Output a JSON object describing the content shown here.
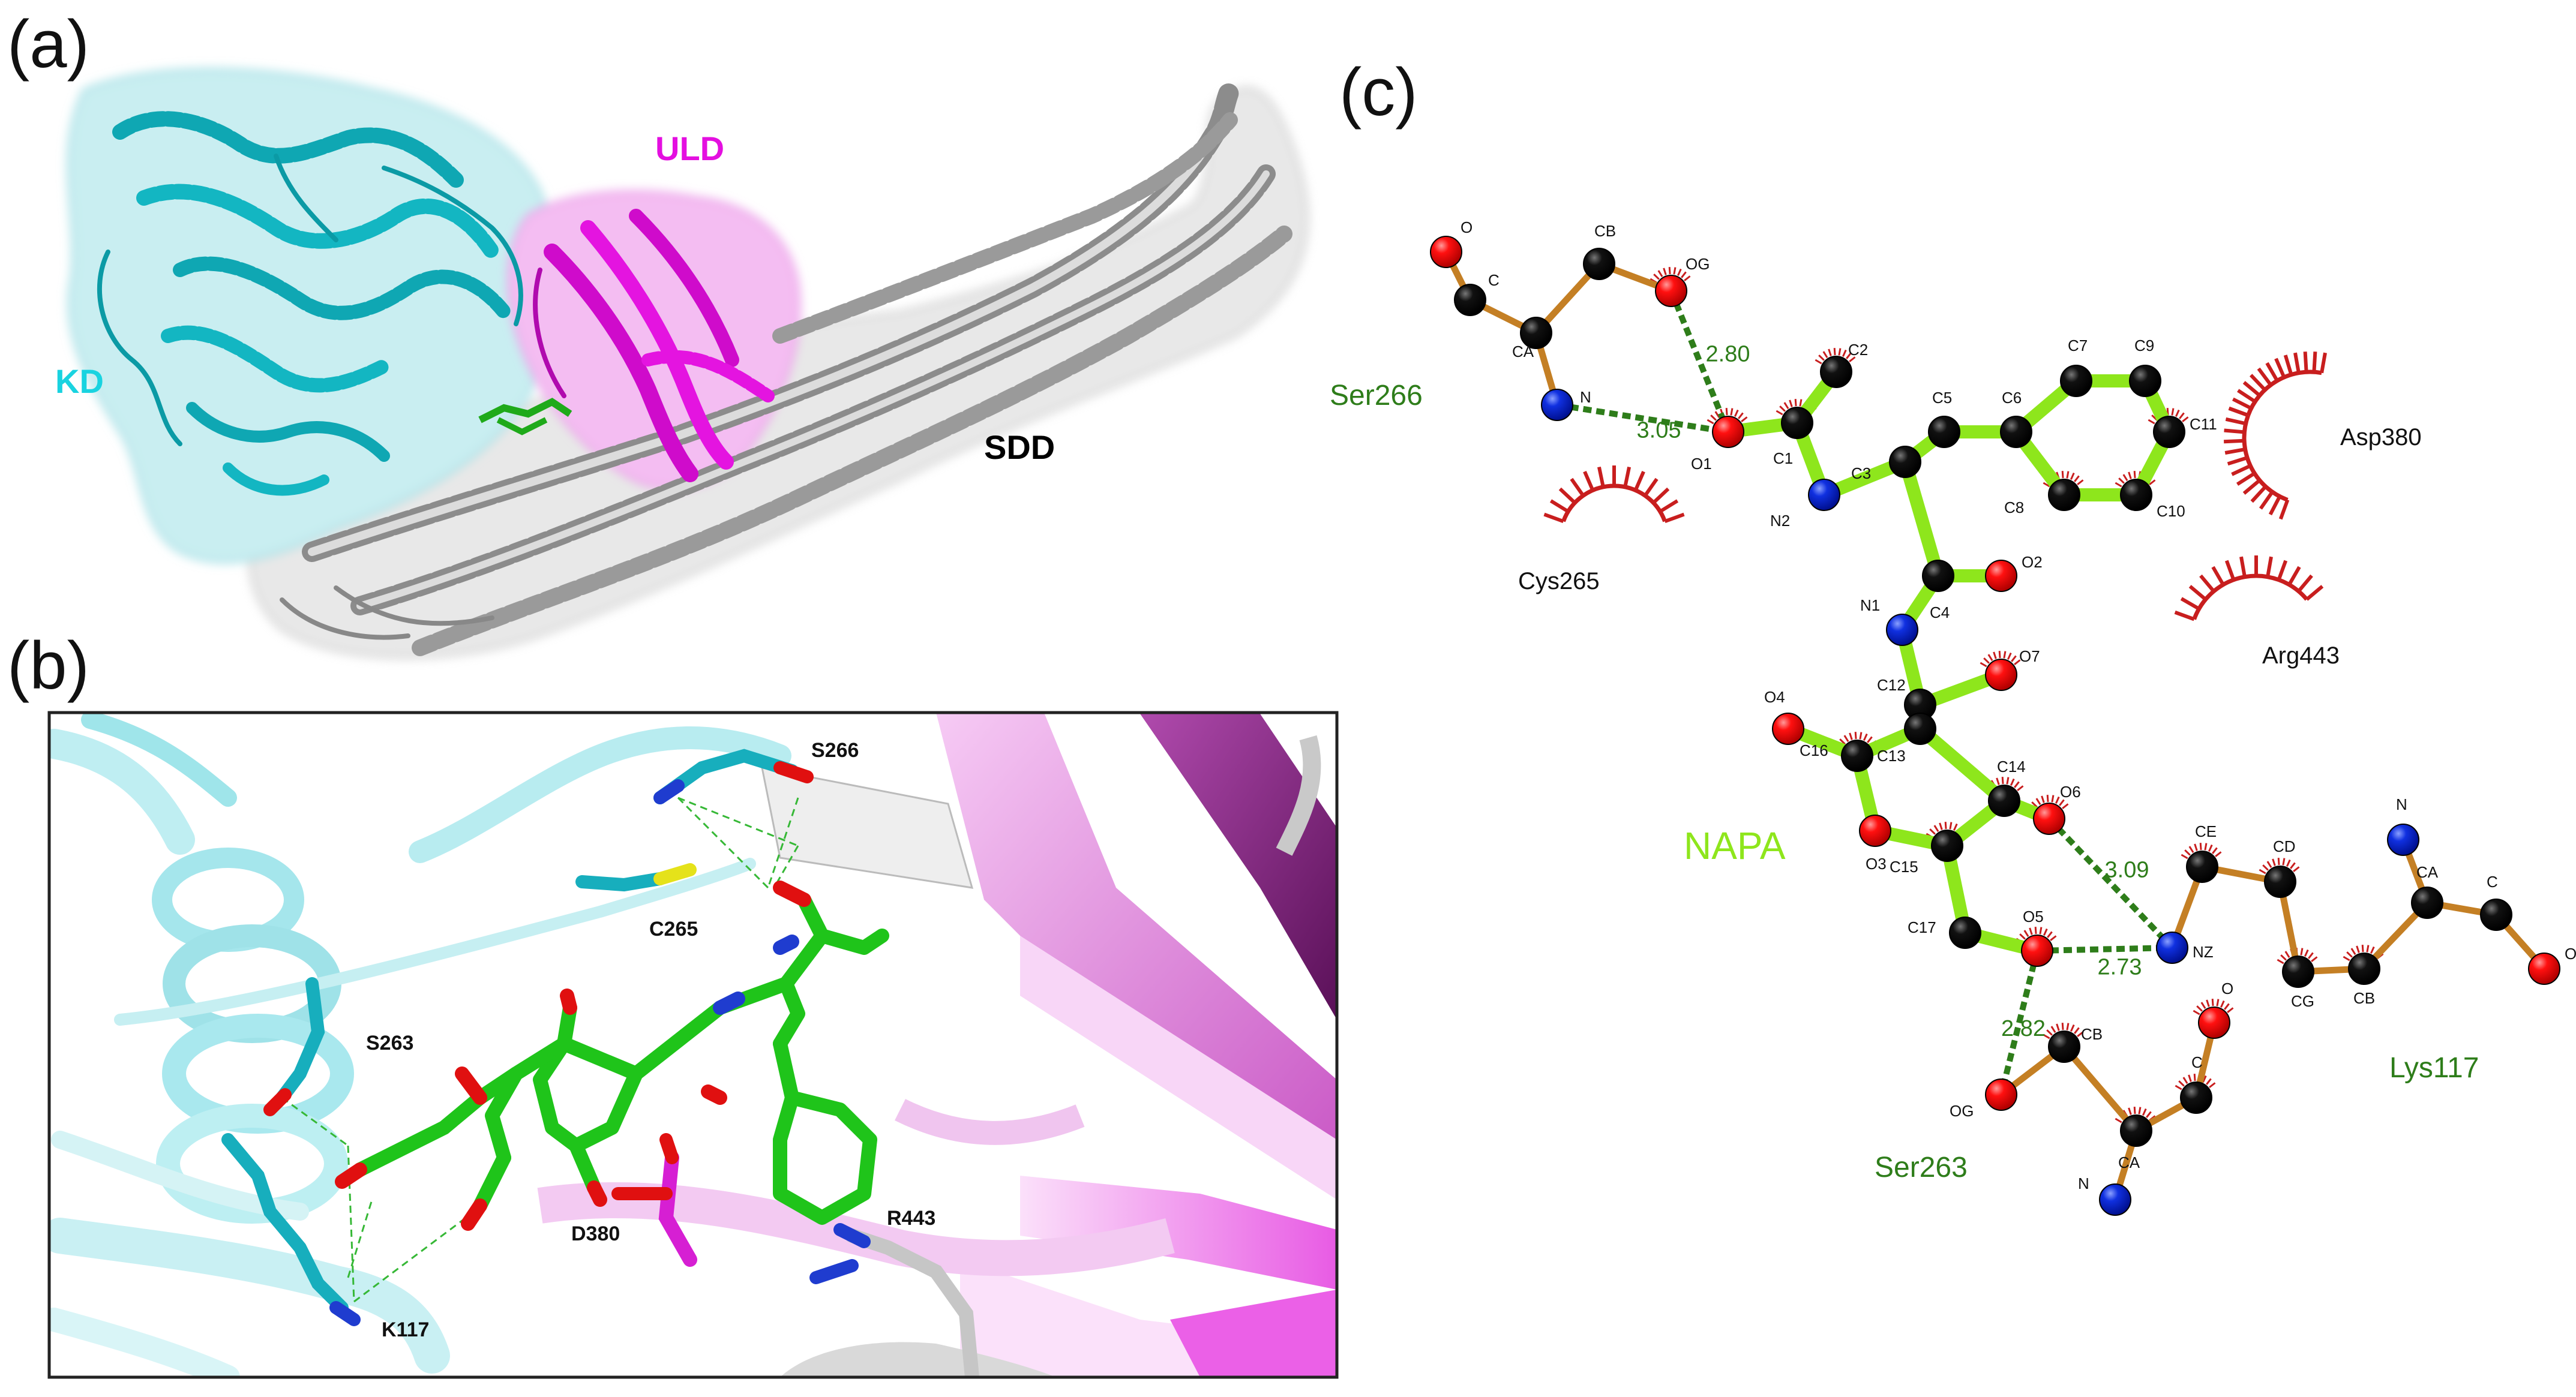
{
  "panels": {
    "a": {
      "letter": "(a)",
      "labels": {
        "kd": "KD",
        "uld": "ULD",
        "sdd": "SDD"
      }
    },
    "b": {
      "letter": "(b)",
      "residues": [
        "S266",
        "C265",
        "S263",
        "D380",
        "R443",
        "K117"
      ]
    },
    "c": {
      "letter": "(c)"
    }
  },
  "colors": {
    "kd": "#19c3cf",
    "uld": "#e40fe0",
    "sdd": "#a9a9a9",
    "ligand": "#22c81e",
    "carbon": "#000000",
    "oxygen": "#ff0000",
    "nitrogen": "#0a2bd6",
    "hbond": "#2e7d1a",
    "residue_bond": "#c47f24",
    "hydrophobic": "#c81e1e",
    "napa": "#8ee61c",
    "hbond_residue": "#2e7d1a"
  },
  "diagram_c": {
    "ligand_name": "NAPA",
    "atoms": [
      {
        "id": "O",
        "el": "O"
      },
      {
        "id": "C",
        "el": "C"
      },
      {
        "id": "CA",
        "el": "C"
      },
      {
        "id": "N",
        "el": "N"
      },
      {
        "id": "CB",
        "el": "C"
      },
      {
        "id": "OG",
        "el": "O"
      },
      {
        "id": "C2",
        "el": "C"
      },
      {
        "id": "O1",
        "el": "O"
      },
      {
        "id": "C1",
        "el": "C"
      },
      {
        "id": "N2",
        "el": "N"
      },
      {
        "id": "C3",
        "el": "C"
      },
      {
        "id": "C5",
        "el": "C"
      },
      {
        "id": "C6",
        "el": "C"
      },
      {
        "id": "C7",
        "el": "C"
      },
      {
        "id": "C9",
        "el": "C"
      },
      {
        "id": "C11",
        "el": "C"
      },
      {
        "id": "C10",
        "el": "C"
      },
      {
        "id": "C8",
        "el": "C"
      },
      {
        "id": "C4",
        "el": "C"
      },
      {
        "id": "O2",
        "el": "O"
      },
      {
        "id": "N1",
        "el": "N"
      },
      {
        "id": "C12",
        "el": "C"
      },
      {
        "id": "O7",
        "el": "O"
      },
      {
        "id": "C13",
        "el": "C"
      },
      {
        "id": "O4",
        "el": "O"
      },
      {
        "id": "C16",
        "el": "C"
      },
      {
        "id": "C14",
        "el": "C"
      },
      {
        "id": "O6",
        "el": "O"
      },
      {
        "id": "O3",
        "el": "O"
      },
      {
        "id": "C15",
        "el": "C"
      },
      {
        "id": "C17",
        "el": "C"
      },
      {
        "id": "O5",
        "el": "O"
      },
      {
        "id": "CE",
        "el": "C"
      },
      {
        "id": "CD",
        "el": "C"
      },
      {
        "id": "N",
        "el": "N"
      },
      {
        "id": "NZ",
        "el": "N"
      },
      {
        "id": "CG",
        "el": "C"
      },
      {
        "id": "CB",
        "el": "C"
      },
      {
        "id": "CA",
        "el": "C"
      },
      {
        "id": "C",
        "el": "C"
      },
      {
        "id": "O",
        "el": "O"
      },
      {
        "id": "CB",
        "el": "C"
      },
      {
        "id": "O",
        "el": "O"
      },
      {
        "id": "OG",
        "el": "O"
      },
      {
        "id": "C",
        "el": "C"
      },
      {
        "id": "CA",
        "el": "C"
      },
      {
        "id": "N",
        "el": "N"
      }
    ],
    "hbonds": [
      {
        "distance": "2.80"
      },
      {
        "distance": "3.05"
      },
      {
        "distance": "3.09"
      },
      {
        "distance": "2.73"
      },
      {
        "distance": "2.82"
      }
    ],
    "hbond_residues": [
      "Ser266",
      "Lys117",
      "Ser263"
    ],
    "hydrophobic_residues": [
      "Cys265",
      "Asp380",
      "Arg443"
    ]
  }
}
